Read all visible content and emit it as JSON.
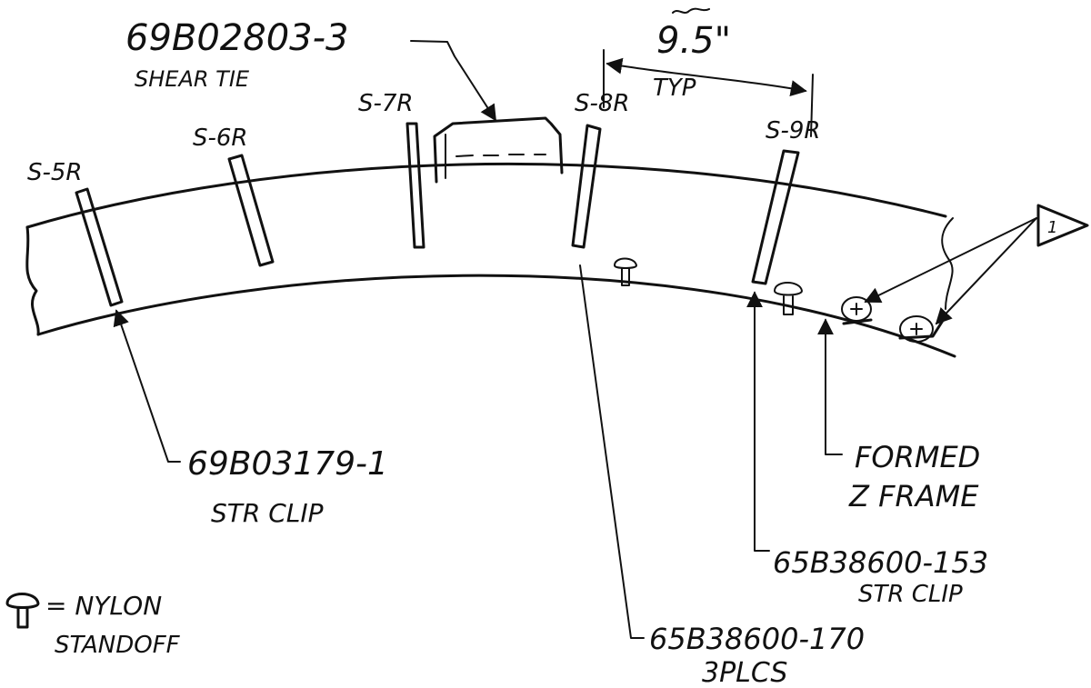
{
  "labels": {
    "shear_tie_part": "69B02803-3",
    "shear_tie_name": "SHEAR TIE",
    "dimension": "9.5\"",
    "typ": "TYP",
    "s5r": "S-5R",
    "s6r": "S-6R",
    "s7r": "S-7R",
    "s8r": "S-8R",
    "s9r": "S-9R",
    "str_clip_part": "69B03179-1",
    "str_clip_name": "STR CLIP",
    "formed_line1": "FORMED",
    "formed_line2": "Z FRAME",
    "clip153_part": "65B38600-153",
    "clip153_name": "STR CLIP",
    "clip170_part": "65B38600-170",
    "clip170_qty": "3PLCS",
    "legend_eq": "= NYLON",
    "legend_word2": "STANDOFF",
    "callout_flag": "1"
  },
  "icons": {
    "flag": "triangle-flag-icon",
    "standoff": "nylon-standoff-icon",
    "fastener": "fastener-head-icon"
  }
}
